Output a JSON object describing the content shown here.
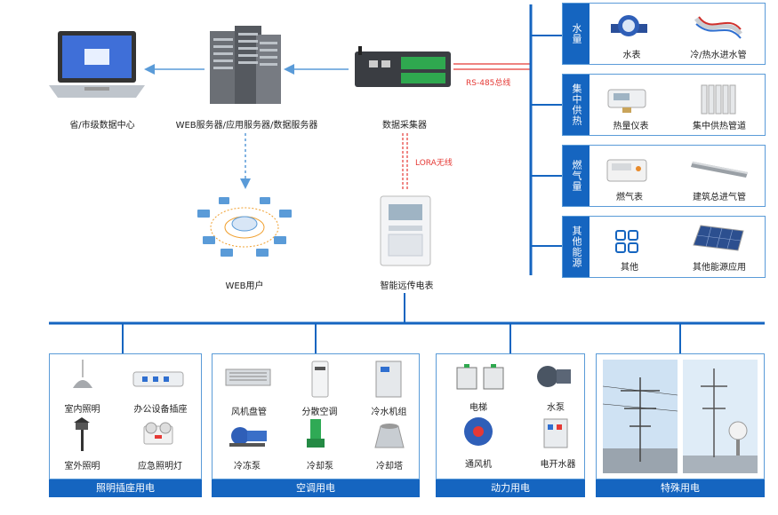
{
  "top": {
    "province_center": "省/市级数据中心",
    "servers": "WEB服务器/应用服务器/数据服务器",
    "collector": "数据采集器",
    "rs485": "RS-485总线",
    "lora": "LORA无线",
    "web_users": "WEB用户",
    "smart_meter": "智能远传电表"
  },
  "right_panels": [
    {
      "title": "水量",
      "item1": "水表",
      "item2": "冷/热水进水管"
    },
    {
      "title": "集中供热",
      "item1": "热量仪表",
      "item2": "集中供热管道"
    },
    {
      "title": "燃气量",
      "item1": "燃气表",
      "item2": "建筑总进气管"
    },
    {
      "title": "其他能源",
      "item1": "其他",
      "item2": "其他能源应用"
    }
  ],
  "categories": [
    {
      "title": "照明插座用电",
      "items": [
        "室内照明",
        "办公设备插座",
        "室外照明",
        "应急照明灯"
      ]
    },
    {
      "title": "空调用电",
      "items": [
        "风机盘管",
        "分散空调",
        "冷水机组",
        "冷冻泵",
        "冷却泵",
        "冷却塔"
      ]
    },
    {
      "title": "动力用电",
      "items": [
        "电梯",
        "水泵",
        "通风机",
        "电开水器"
      ]
    },
    {
      "title": "特殊用电",
      "items": []
    }
  ],
  "colors": {
    "primary": "#1565c0",
    "line": "#5a9bd8",
    "red": "#e53935"
  }
}
